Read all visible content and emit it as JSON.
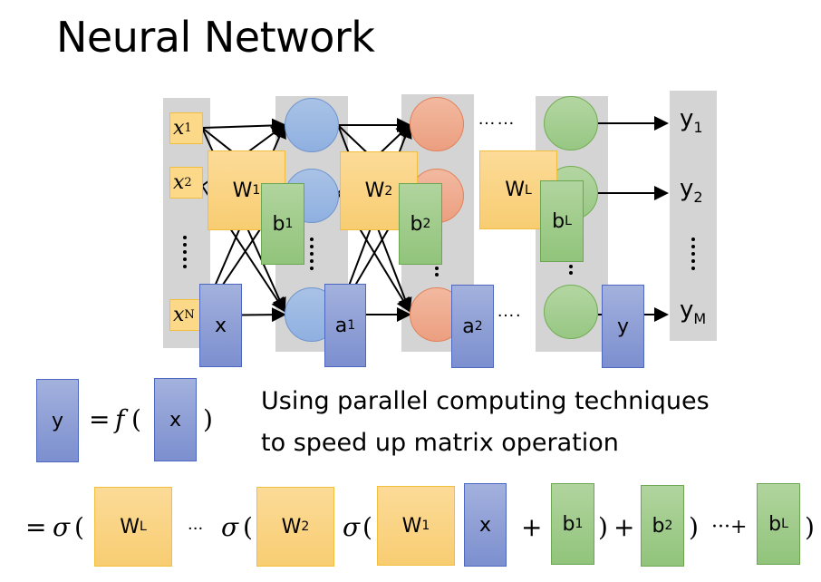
{
  "title": "Neural Network",
  "network": {
    "inputs": [
      {
        "base": "x",
        "sub": "1"
      },
      {
        "base": "x",
        "sub": "2"
      },
      {
        "base": "x",
        "sub": "N"
      }
    ],
    "outputs": [
      {
        "base": "y",
        "sub": "1"
      },
      {
        "base": "y",
        "sub": "2"
      },
      {
        "base": "y",
        "sub": "M"
      }
    ],
    "weights": [
      {
        "base": "W",
        "sup": "1"
      },
      {
        "base": "W",
        "sup": "2"
      },
      {
        "base": "W",
        "sup": "L"
      }
    ],
    "biases": [
      {
        "base": "b",
        "sup": "1"
      },
      {
        "base": "b",
        "sup": "2"
      },
      {
        "base": "b",
        "sup": "L"
      }
    ],
    "vectors": [
      {
        "base": "x",
        "sup": ""
      },
      {
        "base": "a",
        "sup": "1"
      },
      {
        "base": "a",
        "sup": "2"
      },
      {
        "base": "y",
        "sup": ""
      }
    ],
    "ellipsis_h": "……",
    "ellipsis_h_short": "….",
    "layer_colors": {
      "layer1": "#9bb9e3",
      "layer2": "#efaa8c",
      "layerL": "#a5cf91",
      "weight": "#fad380",
      "bias": "#a1cc8c",
      "vector": "#8d9fd6",
      "background": "#d4d4d4"
    }
  },
  "equation1": {
    "lhs": "y",
    "eq": "=",
    "func": "f",
    "open": "(",
    "arg": "x",
    "close": ")"
  },
  "note": {
    "line1": "Using parallel computing techniques",
    "line2": "to speed up matrix operation"
  },
  "equation2": {
    "eq": "=",
    "sigma": "σ",
    "open": "(",
    "close": ")",
    "plus": "+",
    "dots": "···",
    "dotsplus": "···+",
    "wL": {
      "base": "W",
      "sup": "L"
    },
    "w2": {
      "base": "W",
      "sup": "2"
    },
    "w1": {
      "base": "W",
      "sup": "1"
    },
    "x": "x",
    "b1": {
      "base": "b",
      "sup": "1"
    },
    "b2": {
      "base": "b",
      "sup": "2"
    },
    "bL": {
      "base": "b",
      "sup": "L"
    }
  }
}
